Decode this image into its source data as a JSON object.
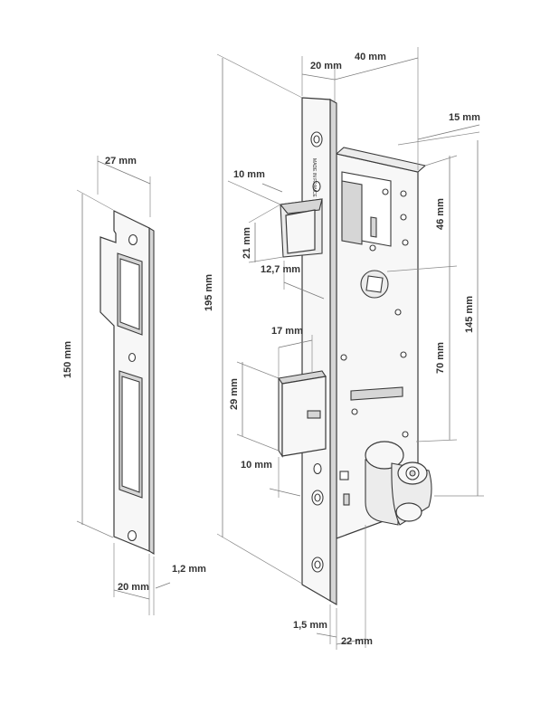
{
  "strike_plate": {
    "width_label": "27 mm",
    "height_label": "150 mm",
    "bottom_width_label": "20 mm",
    "thickness_label": "1,2 mm"
  },
  "mortise_lock": {
    "total_height_label": "195 mm",
    "faceplate_width_label": "20 mm",
    "backset_label": "40 mm",
    "edge_label": "15 mm",
    "latch_projection_label": "10 mm",
    "latch_height_label": "21 mm",
    "latch_offset_label": "12,7 mm",
    "to_spindle_label": "46 mm",
    "height_145_label": "145 mm",
    "deadbolt_width_label": "17 mm",
    "deadbolt_height_label": "29 mm",
    "spindle_to_cylinder_label": "70 mm",
    "deadbolt_projection_label": "10 mm",
    "faceplate_thickness_label": "1,5 mm",
    "case_depth_label": "22 mm",
    "faceplate_stamp": "MADE IN FRANCE"
  }
}
